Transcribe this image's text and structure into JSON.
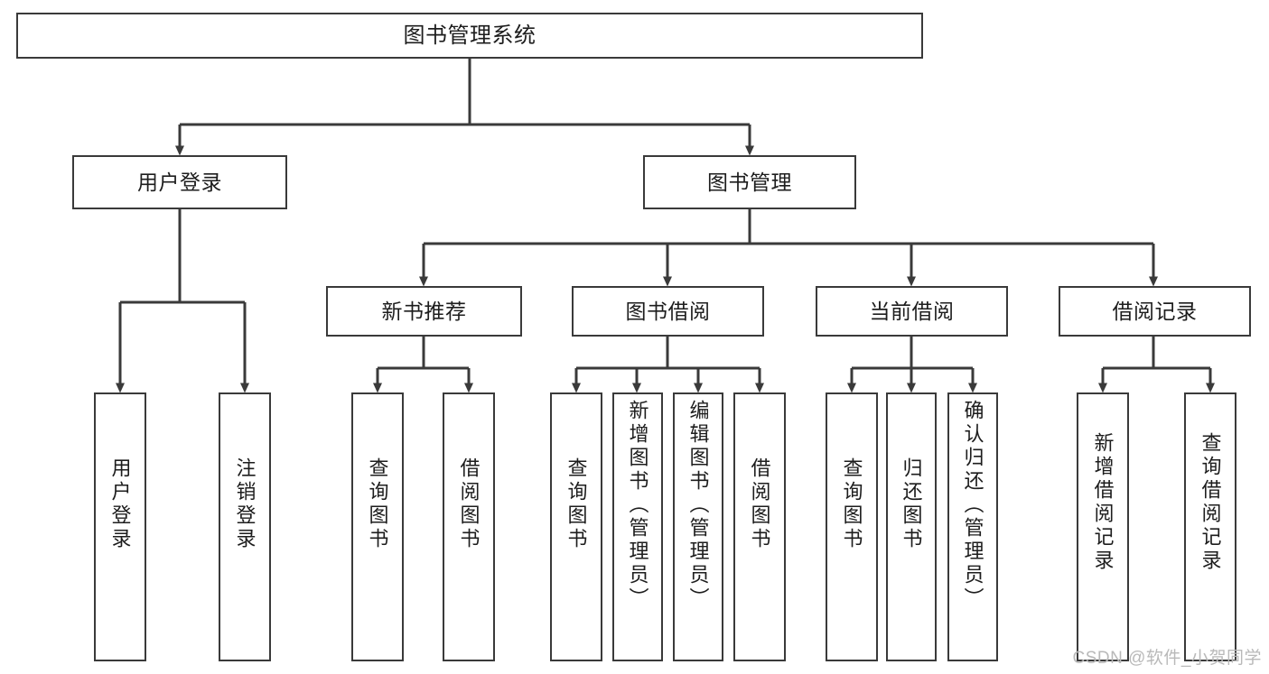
{
  "diagram": {
    "type": "tree-hierarchy",
    "title": "图书管理系统",
    "colors": {
      "stroke": "#3a3a3a",
      "fill": "#ffffff",
      "text": "#1d1d1d",
      "watermark": "#b9b9b9"
    },
    "root": {
      "label": "图书管理系统"
    },
    "level2": [
      {
        "label": "用户登录"
      },
      {
        "label": "图书管理"
      }
    ],
    "level3": [
      {
        "label": "新书推荐"
      },
      {
        "label": "图书借阅"
      },
      {
        "label": "当前借阅"
      },
      {
        "label": "借阅记录"
      }
    ],
    "leaves": {
      "user_login": [
        {
          "label": "用户登录"
        },
        {
          "label": "注销登录"
        }
      ],
      "new_book_recommend": [
        {
          "label": "查询图书"
        },
        {
          "label": "借阅图书"
        }
      ],
      "book_borrow": [
        {
          "label": "查询图书"
        },
        {
          "label": "新增图书（管理员）"
        },
        {
          "label": "编辑图书（管理员）"
        },
        {
          "label": "借阅图书"
        }
      ],
      "current_borrow": [
        {
          "label": "查询图书"
        },
        {
          "label": "归还图书"
        },
        {
          "label": "确认归还（管理员）"
        }
      ],
      "borrow_record": [
        {
          "label": "新增借阅记录"
        },
        {
          "label": "查询借阅记录"
        }
      ]
    },
    "watermark": "CSDN @软件_小贺同学"
  }
}
